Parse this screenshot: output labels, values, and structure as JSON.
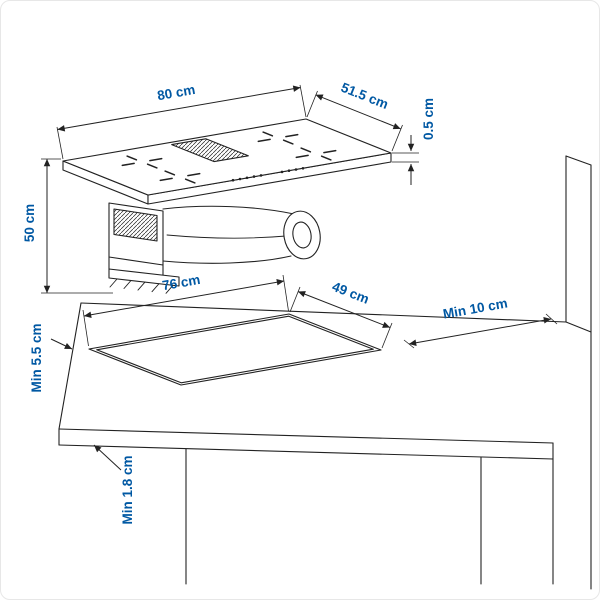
{
  "diagram": {
    "type": "installation-dimensions-drawing",
    "accent_color": "#0058A3",
    "line_color": "#222222",
    "hob": {
      "width_label": "80 cm",
      "depth_label": "51.5 cm",
      "thickness_label": "0.5 cm",
      "unit_height_label": "50 cm"
    },
    "cutout": {
      "width_label": "76 cm",
      "depth_label": "49 cm"
    },
    "clearances": {
      "wall_label": "Min 10 cm",
      "front_label": "Min 5.5 cm",
      "worktop_thickness_label": "Min 1.8 cm"
    }
  }
}
